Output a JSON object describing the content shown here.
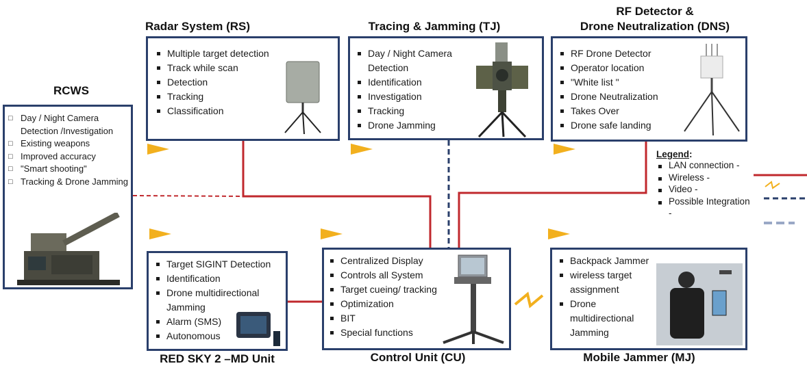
{
  "rcws": {
    "title": "RCWS",
    "items": [
      "Day / Night Camera Detection /Investigation",
      "Existing weapons",
      "Improved accuracy",
      "\"Smart shooting\"",
      "Tracking & Drone Jamming"
    ]
  },
  "rs": {
    "title": "Radar System (RS)",
    "items": [
      "Multiple target detection",
      "Track while scan",
      "Detection",
      "Tracking",
      "Classification"
    ]
  },
  "tj": {
    "title": "Tracing & Jamming (TJ)",
    "items": [
      "Day / Night Camera Detection",
      "Identification",
      "Investigation",
      "Tracking",
      "Drone Jamming"
    ]
  },
  "dns": {
    "title_line1": "RF Detector &",
    "title_line2": "Drone Neutralization (DNS)",
    "items": [
      "RF Drone Detector",
      "Operator location",
      "\"White list \"",
      "Drone Neutralization",
      "Takes Over",
      "Drone safe landing"
    ]
  },
  "md": {
    "title": "RED SKY 2 –MD Unit",
    "items": [
      "Target SIGINT Detection",
      "Identification",
      "Drone multidirectional Jamming",
      "Alarm (SMS)",
      "Autonomous"
    ]
  },
  "cu": {
    "title": "Control Unit (CU)",
    "items": [
      "Centralized Display",
      "Controls all System",
      "Target cueing/ tracking",
      "Optimization",
      "BIT",
      "Special functions"
    ]
  },
  "mj": {
    "title": "Mobile Jammer (MJ)",
    "items": [
      "Backpack Jammer",
      "wireless target assignment",
      "Drone multidirectional Jamming"
    ]
  },
  "legend": {
    "title": "Legend",
    "title_suffix": ":",
    "items": [
      "LAN connection -",
      "Wireless -",
      "Video -",
      "Possible Integration -"
    ]
  },
  "colors": {
    "box_border": "#2a3f6b",
    "lan": "#c0282d",
    "video": "#2a3f6b",
    "wireless": "#f2b01e",
    "triangle": "#f2b01e",
    "integration": "#9aa8c6"
  }
}
